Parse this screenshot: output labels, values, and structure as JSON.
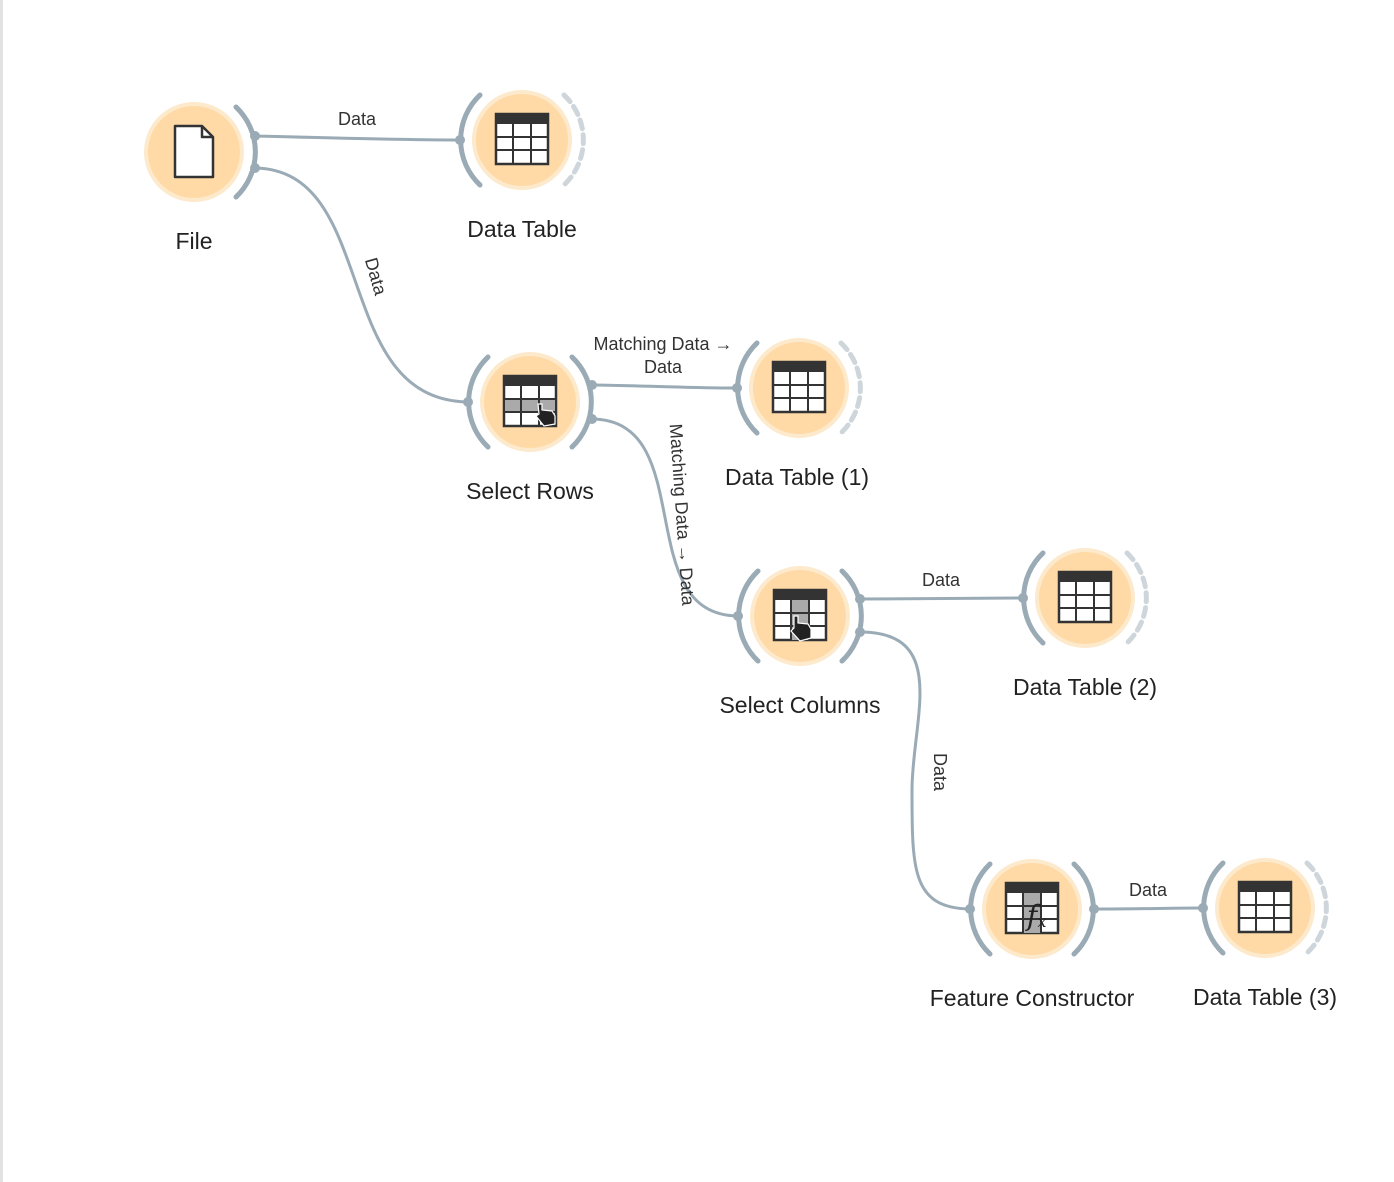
{
  "canvas": {
    "nodes": [
      {
        "id": "file",
        "title": "File",
        "icon": "document-icon"
      },
      {
        "id": "data-table",
        "title": "Data Table",
        "icon": "table-icon"
      },
      {
        "id": "select-rows",
        "title": "Select Rows",
        "icon": "select-rows-icon"
      },
      {
        "id": "data-table-1",
        "title": "Data Table (1)",
        "icon": "table-icon"
      },
      {
        "id": "select-columns",
        "title": "Select Columns",
        "icon": "select-columns-icon"
      },
      {
        "id": "data-table-2",
        "title": "Data Table (2)",
        "icon": "table-icon"
      },
      {
        "id": "feature-constructor",
        "title": "Feature Constructor",
        "icon": "function-table-icon"
      },
      {
        "id": "data-table-3",
        "title": "Data Table (3)",
        "icon": "table-icon"
      }
    ],
    "links": [
      {
        "from": "file",
        "to": "data-table",
        "label": "Data"
      },
      {
        "from": "file",
        "to": "select-rows",
        "label": "Data"
      },
      {
        "from": "select-rows",
        "to": "data-table-1",
        "label_line1": "Matching Data →",
        "label_line2": "Data"
      },
      {
        "from": "select-rows",
        "to": "select-columns",
        "label": "Matching Data → Data"
      },
      {
        "from": "select-columns",
        "to": "data-table-2",
        "label": "Data"
      },
      {
        "from": "select-columns",
        "to": "feature-constructor",
        "label": "Data"
      },
      {
        "from": "feature-constructor",
        "to": "data-table-3",
        "label": "Data"
      }
    ]
  },
  "colors": {
    "node_fill": "#ffdaa6",
    "node_glow": "#fde9cc",
    "link": "#9aabb6",
    "icon": "#333333",
    "icon_highlight": "#aaaaaa"
  }
}
